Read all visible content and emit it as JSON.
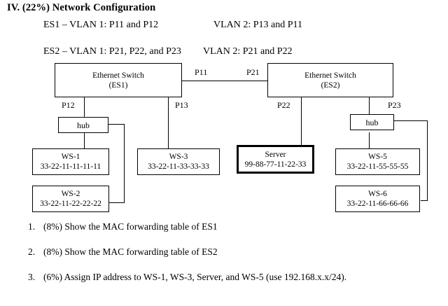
{
  "title": "IV. (22%) Network Configuration",
  "vlan_config": [
    {
      "left": "ES1 – VLAN 1: P11 and P12",
      "right": "VLAN 2: P13 and P11"
    },
    {
      "left": "ES2 – VLAN 1: P21, P22, and P23",
      "right": "VLAN 2: P21 and P22"
    }
  ],
  "switches": [
    {
      "name": "Ethernet Switch",
      "id": "(ES1)"
    },
    {
      "name": "Ethernet Switch",
      "id": "(ES2)"
    }
  ],
  "hubs": [
    {
      "label": "hub"
    },
    {
      "label": "hub"
    }
  ],
  "ports": {
    "p11": "P11",
    "p21": "P21",
    "p12": "P12",
    "p13": "P13",
    "p22": "P22",
    "p23": "P23"
  },
  "hosts": [
    {
      "name": "WS-1",
      "mac": "33-22-11-11-11-11"
    },
    {
      "name": "WS-2",
      "mac": "33-22-11-22-22-22"
    },
    {
      "name": "WS-3",
      "mac": "33-22-11-33-33-33"
    },
    {
      "name": "Server",
      "mac": "99-88-77-11-22-33"
    },
    {
      "name": "WS-5",
      "mac": "33-22-11-55-55-55"
    },
    {
      "name": "WS-6",
      "mac": "33-22-11-66-66-66"
    }
  ],
  "questions": [
    {
      "num": "1.",
      "text": "(8%) Show the MAC forwarding table of ES1"
    },
    {
      "num": "2.",
      "text": "(8%) Show the MAC forwarding table of ES2"
    },
    {
      "num": "3.",
      "text": "(6%) Assign IP address to WS-1, WS-3, Server, and WS-5 (use 192.168.x.x/24)."
    }
  ],
  "colors": {
    "ink": "#000000",
    "paper": "#ffffff"
  }
}
